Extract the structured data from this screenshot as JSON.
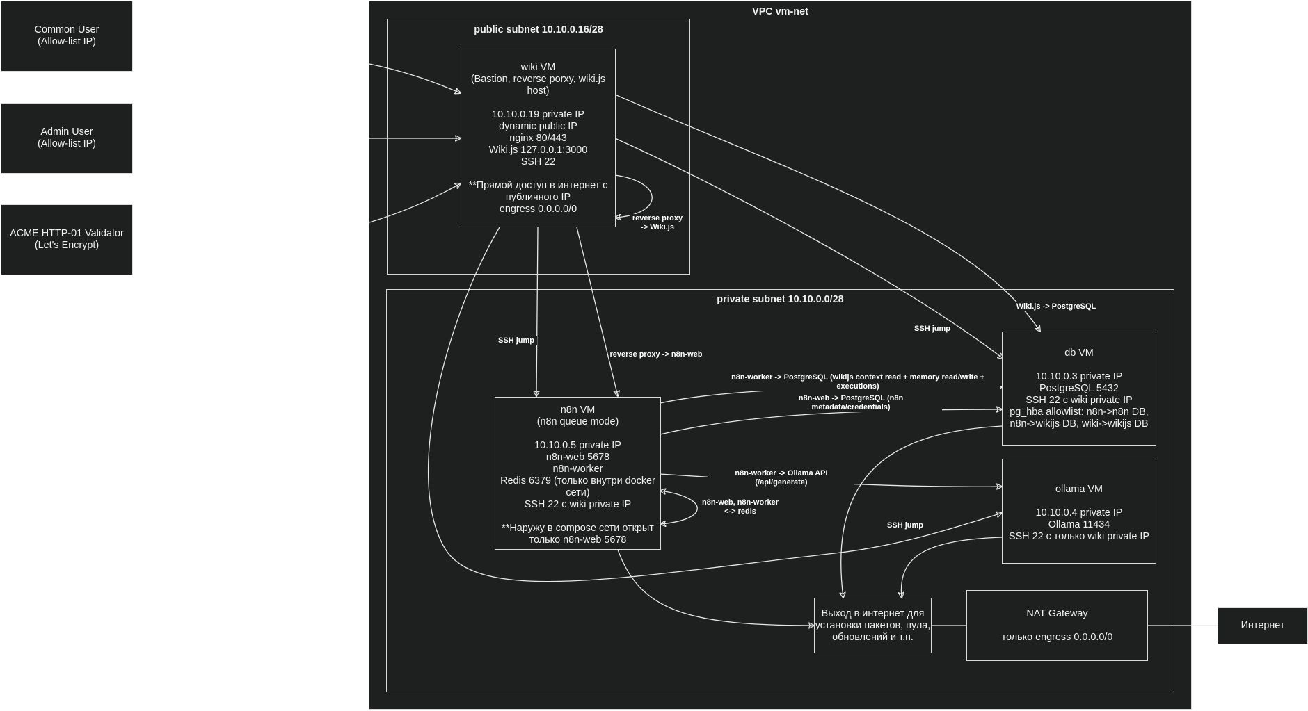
{
  "title": "VPC vm-net",
  "public_subnet": "public subnet 10.10.0.16/28",
  "private_subnet": "private subnet 10.10.0.0/28",
  "nodes": {
    "common_user": "Common User\n(Allow-list IP)",
    "admin_user": "Admin User\n(Allow-list IP)",
    "acme": "ACME HTTP-01 Validator\n(Let's Encrypt)",
    "wiki_vm": "wiki VM\n(Bastion, reverse porxy, wiki.js\nhost)\n\n10.10.0.19 private IP\ndynamic public IP\nnginx 80/443\nWiki.js 127.0.0.1:3000\nSSH 22\n\n**Прямой доступ в интернет с\nпубличного IP\nengress 0.0.0.0/0",
    "n8n_vm": "n8n VM\n(n8n queue mode)\n\n10.10.0.5 private IP\nn8n-web 5678\nn8n-worker\nRedis 6379 (только внутри docker\nсети)\nSSH 22 с wiki private IP\n\n**Наружу в compose сети открыт\nтолько n8n-web 5678",
    "db_vm": "db VM\n\n10.10.0.3 private IP\nPostgreSQL 5432\nSSH 22 с wiki private IP\npg_hba allowlist: n8n->n8n DB,\nn8n->wikijs DB, wiki->wikijs DB",
    "ollama_vm": "ollama VM\n\n10.10.0.4 private IP\nOllama 11434\nSSH 22 с только wiki private IP",
    "egress": "Выход в интернет для\nустановки пакетов, пула,\nобновлений и т.п.",
    "nat": "NAT Gateway\n\nтолько engress 0.0.0.0/0",
    "internet": "Интернет"
  },
  "edge_labels": {
    "wiki_self": "reverse proxy\n-> Wiki.js",
    "ssh_jump_n8n": "SSH jump",
    "rp_n8n": "reverse proxy -> n8n-web",
    "wiki_pg": "Wiki.js -> PostgreSQL",
    "ssh_jump_db": "SSH jump",
    "worker_pg": "n8n-worker -> PostgreSQL (wikijs context read + memory read/write + executions)",
    "web_pg": "n8n-web -> PostgreSQL (n8n metadata/credentials)",
    "worker_ollama": "n8n-worker -> Ollama API (/api/generate)",
    "n8n_redis": "n8n-web, n8n-worker\n<-> redis",
    "ssh_jump_ollama": "SSH jump"
  },
  "colors": {
    "background": "#1e201f",
    "border": "#dcdcdc",
    "text": "#f0f0f0"
  }
}
